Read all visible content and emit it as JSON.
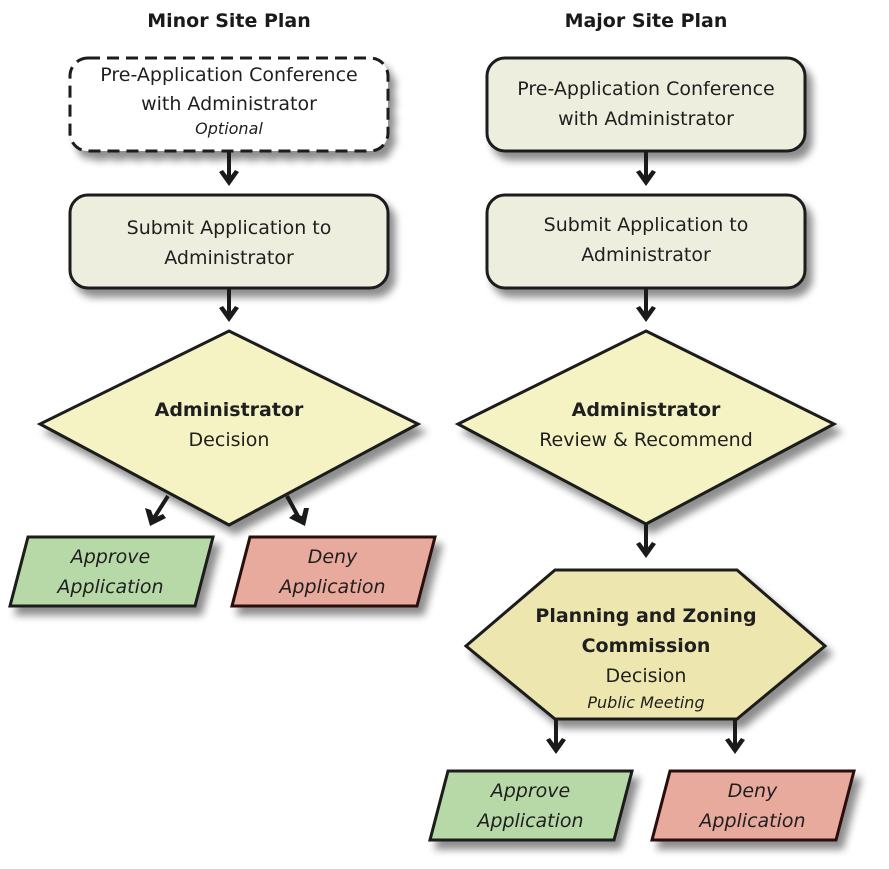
{
  "colors": {
    "box_fill": "#edeedd",
    "optional_fill": "#ffffff",
    "decision_fill": "#f5f3c4",
    "commission_fill": "#ede6ae",
    "approve_fill": "#b7d9a8",
    "deny_fill": "#e8aa9c",
    "stroke": "#1a1a1a"
  },
  "minor": {
    "title": "Minor Site Plan",
    "pre_app": {
      "line1": "Pre-Application Conference",
      "line2": "with Administrator",
      "note": "Optional"
    },
    "submit": {
      "line1": "Submit Application to",
      "line2": "Administrator"
    },
    "decision": {
      "bold": "Administrator",
      "line2": "Decision"
    },
    "approve": {
      "line1": "Approve",
      "line2": "Application"
    },
    "deny": {
      "line1": "Deny",
      "line2": "Application"
    }
  },
  "major": {
    "title": "Major Site Plan",
    "pre_app": {
      "line1": "Pre-Application Conference",
      "line2": "with Administrator"
    },
    "submit": {
      "line1": "Submit Application to",
      "line2": "Administrator"
    },
    "review": {
      "bold": "Administrator",
      "line2": "Review & Recommend"
    },
    "commission": {
      "bold1": "Planning and Zoning",
      "bold2": "Commission",
      "line3": "Decision",
      "note": "Public Meeting"
    },
    "approve": {
      "line1": "Approve",
      "line2": "Application"
    },
    "deny": {
      "line1": "Deny",
      "line2": "Application"
    }
  }
}
